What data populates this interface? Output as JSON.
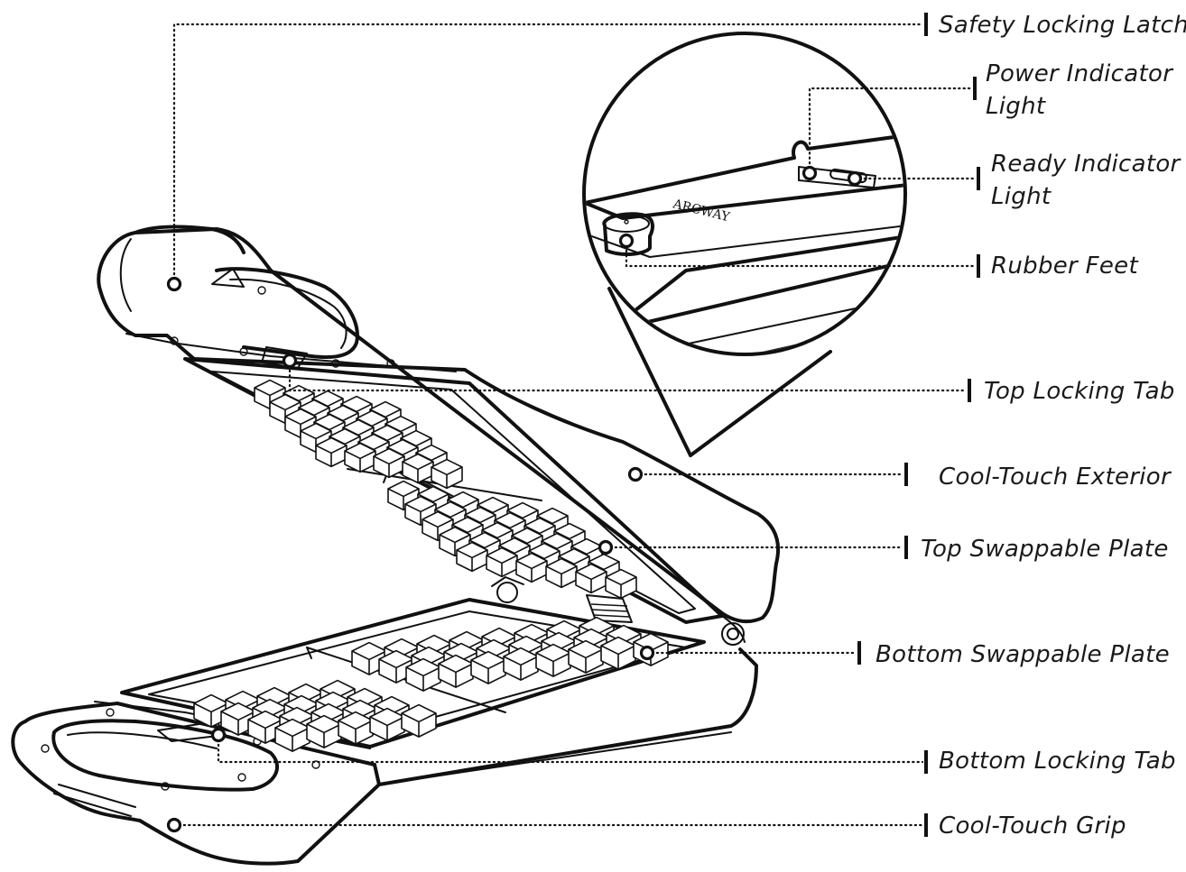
{
  "labels": [
    {
      "id": "safety-locking-latch",
      "lines": [
        "Safety Locking Latch"
      ]
    },
    {
      "id": "power-indicator-light",
      "lines": [
        "Power Indicator",
        "Light"
      ]
    },
    {
      "id": "ready-indicator-light",
      "lines": [
        "Ready Indicator",
        "Light"
      ]
    },
    {
      "id": "rubber-feet",
      "lines": [
        "Rubber Feet"
      ]
    },
    {
      "id": "top-locking-tab",
      "lines": [
        "Top Locking Tab"
      ]
    },
    {
      "id": "cool-touch-exterior",
      "lines": [
        "Cool-Touch Exterior"
      ]
    },
    {
      "id": "top-swappable-plate",
      "lines": [
        "Top Swappable Plate"
      ]
    },
    {
      "id": "bottom-swappable-plate",
      "lines": [
        "Bottom Swappable Plate"
      ]
    },
    {
      "id": "bottom-locking-tab",
      "lines": [
        "Bottom Locking Tab"
      ]
    },
    {
      "id": "cool-touch-grip",
      "lines": [
        "Cool-Touch Grip"
      ]
    }
  ],
  "brand_mark": "ARCWAY",
  "colors": {
    "line": "#111111",
    "text": "#1a1a1a",
    "background": "#ffffff"
  }
}
